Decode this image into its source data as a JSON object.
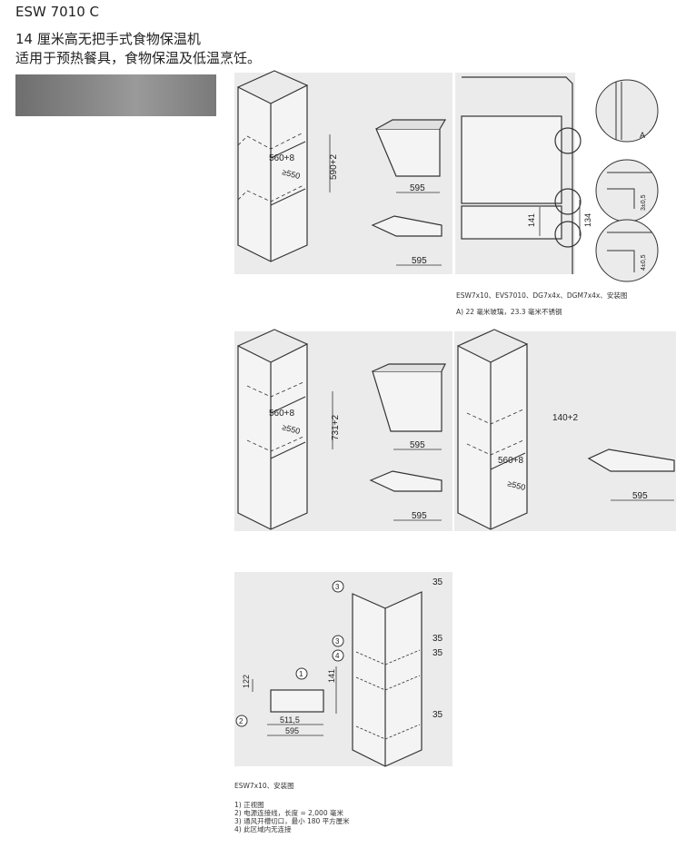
{
  "header": {
    "model": "ESW 7010 C",
    "subtitle_line1": "14 厘米高无把手式食物保温机",
    "subtitle_line2": "适用于预热餐具，食物保温及低温烹饪。"
  },
  "colors": {
    "swatch": "#828282",
    "panel": "#ebebeb",
    "line": "#333333"
  },
  "diagram1": {
    "dims": {
      "niche_w": "560+8",
      "depth": "≥550",
      "niche_h": "590+2",
      "appliance_w": "595",
      "drawer_w": "595"
    },
    "detail": {
      "label_a": "A",
      "dim_141": "141",
      "dim_134": "134",
      "tol1": "3±0,5",
      "tol2": "4±0,5"
    },
    "caption1": "ESW7x10、EVS7010、DG7x4x、DGM7x4x、安装图",
    "caption2": "A) 22 毫米玻璃，23.3 毫米不锈钢"
  },
  "diagram2": {
    "dims": {
      "niche_w": "560+8",
      "depth": "≥550",
      "niche_h": "731+2",
      "appliance_w": "595",
      "drawer_w": "595"
    },
    "right": {
      "niche_h": "140+2",
      "niche_w": "560+8",
      "depth": "≥550",
      "drawer_w": "595"
    }
  },
  "diagram3": {
    "dims": {
      "h122": "122",
      "h141": "141",
      "w511": "511,5",
      "w595": "595",
      "g35a": "35",
      "g35b": "35",
      "g35c": "35",
      "g35d": "35"
    },
    "markers": [
      "1",
      "2",
      "3",
      "3",
      "4"
    ],
    "caption_title": "ESW7x10、安装图",
    "notes": [
      "1) 正视图",
      "2) 电源连接线，长度 = 2,000 毫米",
      "3) 通风开槽切口，最小 180 平方厘米",
      "4) 此区域内无连接"
    ]
  }
}
